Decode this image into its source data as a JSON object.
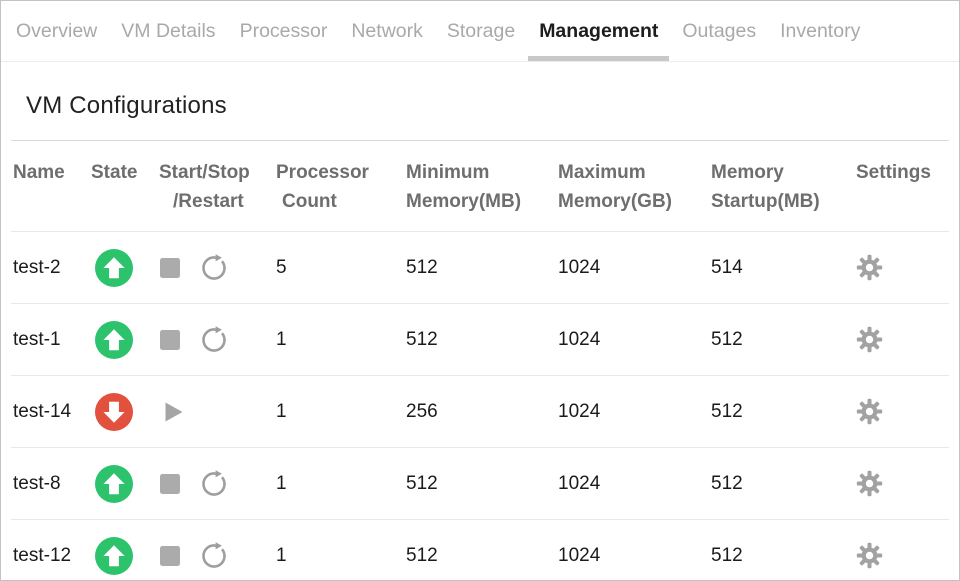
{
  "tabs": {
    "items": [
      {
        "label": "Overview",
        "active": false
      },
      {
        "label": "VM Details",
        "active": false
      },
      {
        "label": "Processor",
        "active": false
      },
      {
        "label": "Network",
        "active": false
      },
      {
        "label": "Storage",
        "active": false
      },
      {
        "label": "Management",
        "active": true
      },
      {
        "label": "Outages",
        "active": false
      },
      {
        "label": "Inventory",
        "active": false
      }
    ]
  },
  "page": {
    "title": "VM Configurations"
  },
  "table": {
    "headers": [
      {
        "line1": "Name",
        "line2": ""
      },
      {
        "line1": "State",
        "line2": ""
      },
      {
        "line1": "Start/Stop",
        "line2": "/Restart"
      },
      {
        "line1": "Processor",
        "line2": "Count"
      },
      {
        "line1": "Minimum",
        "line2": "Memory(MB)"
      },
      {
        "line1": "Maximum",
        "line2": "Memory(GB)"
      },
      {
        "line1": "Memory",
        "line2": "Startup(MB)"
      },
      {
        "line1": "Settings",
        "line2": ""
      }
    ],
    "rows": [
      {
        "name": "test-2",
        "state": "up",
        "controls": [
          "stop",
          "restart"
        ],
        "processor_count": "5",
        "minimum_memory_mb": "512",
        "maximum_memory_gb": "1024",
        "memory_startup_mb": "514"
      },
      {
        "name": "test-1",
        "state": "up",
        "controls": [
          "stop",
          "restart"
        ],
        "processor_count": "1",
        "minimum_memory_mb": "512",
        "maximum_memory_gb": "1024",
        "memory_startup_mb": "512"
      },
      {
        "name": "test-14",
        "state": "down",
        "controls": [
          "start"
        ],
        "processor_count": "1",
        "minimum_memory_mb": "256",
        "maximum_memory_gb": "1024",
        "memory_startup_mb": "512"
      },
      {
        "name": "test-8",
        "state": "up",
        "controls": [
          "stop",
          "restart"
        ],
        "processor_count": "1",
        "minimum_memory_mb": "512",
        "maximum_memory_gb": "1024",
        "memory_startup_mb": "512"
      },
      {
        "name": "test-12",
        "state": "up",
        "controls": [
          "stop",
          "restart"
        ],
        "processor_count": "1",
        "minimum_memory_mb": "512",
        "maximum_memory_gb": "1024",
        "memory_startup_mb": "512"
      }
    ]
  },
  "icons": {
    "state_up": "up-arrow-in-green-circle",
    "state_down": "down-arrow-in-red-circle",
    "stop": "stop-square",
    "start": "play-triangle",
    "restart": "circular-restart-arrow",
    "settings": "gear"
  },
  "colors": {
    "state_up": "#2dc36d",
    "state_down": "#e2503e",
    "active_tab_underline": "#c8c8c8",
    "control_gray": "#a5a5a5",
    "header_text": "#6e6e6e"
  }
}
